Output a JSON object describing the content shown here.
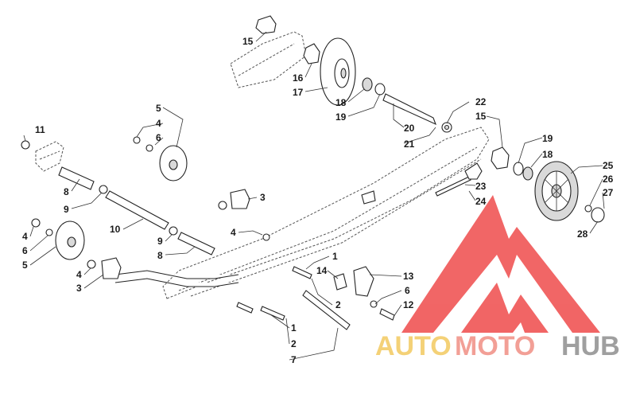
{
  "diagram": {
    "callouts": [
      {
        "id": "c15a",
        "text": "15"
      },
      {
        "id": "c16",
        "text": "16"
      },
      {
        "id": "c17",
        "text": "17"
      },
      {
        "id": "c18a",
        "text": "18"
      },
      {
        "id": "c19a",
        "text": "19"
      },
      {
        "id": "c20",
        "text": "20"
      },
      {
        "id": "c21",
        "text": "21"
      },
      {
        "id": "c22",
        "text": "22"
      },
      {
        "id": "c15b",
        "text": "15"
      },
      {
        "id": "c19b",
        "text": "19"
      },
      {
        "id": "c18b",
        "text": "18"
      },
      {
        "id": "c25",
        "text": "25"
      },
      {
        "id": "c26",
        "text": "26"
      },
      {
        "id": "c27",
        "text": "27"
      },
      {
        "id": "c28",
        "text": "28"
      },
      {
        "id": "c23",
        "text": "23"
      },
      {
        "id": "c24",
        "text": "24"
      },
      {
        "id": "c11",
        "text": "11"
      },
      {
        "id": "c5a",
        "text": "5"
      },
      {
        "id": "c4a",
        "text": "4"
      },
      {
        "id": "c6a",
        "text": "6"
      },
      {
        "id": "c8a",
        "text": "8"
      },
      {
        "id": "c9a",
        "text": "9"
      },
      {
        "id": "c10",
        "text": "10"
      },
      {
        "id": "c3a",
        "text": "3"
      },
      {
        "id": "c4b",
        "text": "4"
      },
      {
        "id": "c9b",
        "text": "9"
      },
      {
        "id": "c8b",
        "text": "8"
      },
      {
        "id": "c4c",
        "text": "4"
      },
      {
        "id": "c6b",
        "text": "6"
      },
      {
        "id": "c5b",
        "text": "5"
      },
      {
        "id": "c4d",
        "text": "4"
      },
      {
        "id": "c3b",
        "text": "3"
      },
      {
        "id": "c1a",
        "text": "1"
      },
      {
        "id": "c14",
        "text": "14"
      },
      {
        "id": "c13",
        "text": "13"
      },
      {
        "id": "c2a",
        "text": "2"
      },
      {
        "id": "c6c",
        "text": "6"
      },
      {
        "id": "c12",
        "text": "12"
      },
      {
        "id": "c1b",
        "text": "1"
      },
      {
        "id": "c2b",
        "text": "2"
      },
      {
        "id": "c7",
        "text": "7"
      }
    ]
  },
  "watermark": {
    "auto": "AUTO",
    "moto": "MOTO",
    "hub": "HUB"
  },
  "colors": {
    "logo_red": "#ee4444",
    "logo_yellow": "#f2c85a",
    "logo_pink": "#f08b80",
    "logo_gray": "#8a8a8a"
  }
}
